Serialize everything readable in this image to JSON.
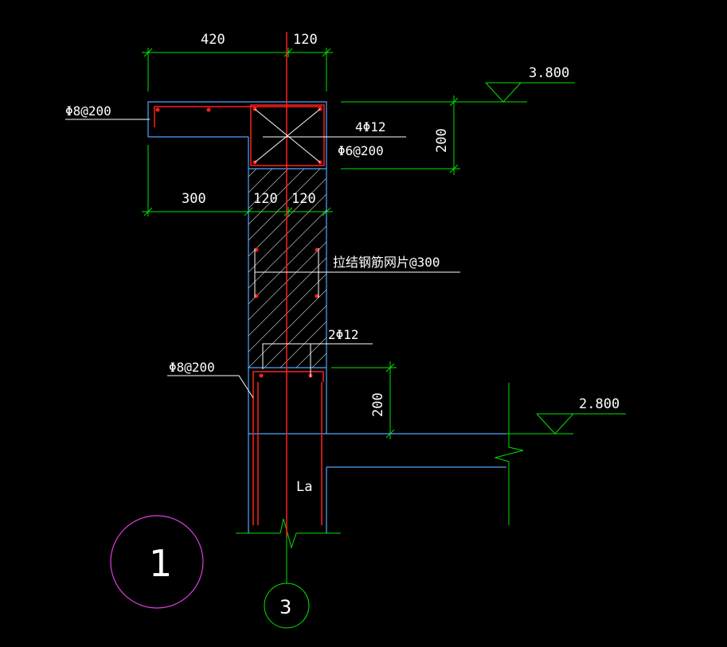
{
  "dimensions": {
    "top_left": "420",
    "top_right": "120",
    "mid_left": "300",
    "mid_center": "120",
    "mid_right": "120",
    "upper_height": "200",
    "lower_height": "200"
  },
  "elevations": {
    "upper": "3.800",
    "lower": "2.800"
  },
  "rebar_labels": {
    "slab_top": "Φ8@200",
    "column_main": "4Φ12",
    "column_stirrup": "Φ6@200",
    "tie_mesh": "拉结钢筋网片@300",
    "beam_main": "2Φ12",
    "beam_stirrup": "Φ8@200",
    "anchorage": "La"
  },
  "markers": {
    "detail_number": "1",
    "axis_number": "3"
  },
  "colors": {
    "background": "#000000",
    "dimension": "#00e400",
    "outline": "#4da6ff",
    "rebar": "#ff2020",
    "text": "#ffffff",
    "detail_circle": "#e040e0"
  }
}
